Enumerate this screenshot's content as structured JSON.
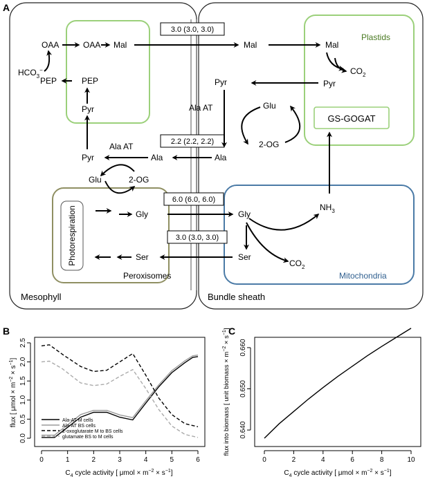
{
  "panel_a": {
    "panel_label": "A",
    "cells": {
      "mesophyll": "Mesophyll",
      "bundle_sheath": "Bundle sheath"
    },
    "compartments": {
      "plastids": "Plastids",
      "gs_gogat": "GS-GOGAT",
      "peroxisomes": "Peroxisomes",
      "photorespiration": "Photorespiration",
      "mitochondria": "Mitochondria"
    },
    "metabolites": {
      "oaa_cyt": "OAA",
      "oaa_pl": "OAA",
      "mal_pl": "Mal",
      "mal_bs": "Mal",
      "mal_bs_pl": "Mal",
      "hco3": "HCO",
      "hco3_sub": "3",
      "hco3_sup": "−",
      "pep_cyt": "PEP",
      "pep_pl": "PEP",
      "pyr_pl": "Pyr",
      "pyr_m": "Pyr",
      "co2_pl": "CO",
      "co2_pl_sub": "2",
      "pyr_bs_pl": "Pyr",
      "pyr_bs": "Pyr",
      "glu_bs": "Glu",
      "og_bs": "2-OG",
      "ala_bs": "Ala",
      "ala_m": "Ala",
      "glu_m": "Glu",
      "og_m": "2-OG",
      "nh3": "NH",
      "nh3_sub": "3",
      "gly_m": "Gly",
      "gly_bs": "Gly",
      "ser_m": "Ser",
      "ser_bs": "Ser",
      "co2_mito": "CO",
      "co2_mito_sub": "2"
    },
    "enzymes": {
      "ala_at_bs": "Ala AT",
      "ala_at_m": "Ala AT"
    },
    "flux_boxes": {
      "mal": "3.0 (3.0, 3.0)",
      "ala": "2.2 (2.2, 2.2)",
      "gly": "6.0 (6.0, 6.0)",
      "ser": "3.0 (3.0, 3.0)"
    }
  },
  "panel_b": {
    "panel_label": "B",
    "ylabel": "flux [ μmol × m",
    "ylabel_sup1": "−2",
    "ylabel_mid": " × s",
    "ylabel_sup2": "−1",
    "ylabel_end": "]",
    "xlabel": "C",
    "xlabel_sub": "4",
    "xlabel_rest": " cycle activity [ μmol × m",
    "xlabel_sup1": "−2",
    "xlabel_mid": " × s",
    "xlabel_sup2": "−1",
    "xlabel_end": "]",
    "x_ticks": [
      "0",
      "1",
      "2",
      "3",
      "4",
      "5",
      "6"
    ],
    "y_ticks": [
      "0.0",
      "0.5",
      "1.0",
      "1.5",
      "2.0",
      "2.5"
    ],
    "legend": [
      "Ala-AT M cells",
      "Ala-AT BS cells",
      "2-oxoglutarate M to BS cells",
      "glutamate BS to M cells"
    ]
  },
  "panel_c": {
    "panel_label": "C",
    "ylabel": "flux into biomass [ unit biomass × m",
    "ylabel_sup1": "−2",
    "ylabel_mid": " × s",
    "ylabel_sup2": "−1",
    "ylabel_end": "]",
    "xlabel": "C",
    "xlabel_sub": "4",
    "xlabel_rest": " cycle activity [ μmol × m",
    "xlabel_sup1": "−2",
    "xlabel_mid": " × s",
    "xlabel_sup2": "−1",
    "xlabel_end": "]",
    "x_ticks": [
      "0",
      "2",
      "4",
      "6",
      "8",
      "10"
    ],
    "y_ticks": [
      "0.640",
      "0.650",
      "0.660"
    ]
  },
  "chart_data": [
    {
      "type": "line",
      "xlim": [
        0,
        6
      ],
      "ylim": [
        0,
        2.5
      ],
      "legend_position": "bottom-left",
      "series": [
        {
          "name": "Ala-AT M cells",
          "color": "#000000",
          "style": "solid",
          "x": [
            0,
            0.5,
            1.5,
            2.0,
            2.5,
            3.0,
            3.5,
            4.0,
            4.5,
            5.0,
            5.5,
            5.8,
            6.0
          ],
          "y": [
            0.02,
            0.02,
            0.55,
            0.68,
            0.68,
            0.55,
            0.48,
            0.92,
            1.35,
            1.72,
            1.98,
            2.12,
            2.14
          ]
        },
        {
          "name": "Ala-AT BS cells",
          "color": "#9a9a9a",
          "style": "solid",
          "x": [
            0,
            0.5,
            1.5,
            2.0,
            2.5,
            3.0,
            3.5,
            4.0,
            4.5,
            5.0,
            5.5,
            5.8,
            6.0
          ],
          "y": [
            0.08,
            0.08,
            0.62,
            0.73,
            0.73,
            0.61,
            0.54,
            0.98,
            1.4,
            1.77,
            2.03,
            2.16,
            2.18
          ]
        },
        {
          "name": "2-oxoglutarate M to BS cells",
          "color": "#000000",
          "style": "dashed",
          "x": [
            0,
            0.3,
            0.8,
            1.5,
            2.0,
            2.5,
            3.0,
            3.5,
            4.0,
            4.5,
            5.0,
            5.5,
            6.0
          ],
          "y": [
            2.42,
            2.45,
            2.2,
            1.88,
            1.75,
            1.78,
            2.0,
            2.22,
            1.65,
            1.05,
            0.62,
            0.38,
            0.3
          ]
        },
        {
          "name": "glutamate BS to M cells",
          "color": "#aaaaaa",
          "style": "dashed",
          "x": [
            0,
            0.3,
            0.8,
            1.5,
            2.0,
            2.5,
            3.0,
            3.5,
            4.0,
            4.5,
            5.0,
            5.5,
            6.0
          ],
          "y": [
            2.0,
            2.02,
            1.82,
            1.45,
            1.38,
            1.42,
            1.62,
            1.8,
            1.3,
            0.75,
            0.32,
            0.1,
            0.02
          ]
        }
      ]
    },
    {
      "type": "line",
      "xlim": [
        0,
        10
      ],
      "ylim": [
        0.637,
        0.6615
      ],
      "series": [
        {
          "color": "#000000",
          "style": "solid",
          "x": [
            0,
            1,
            2,
            3,
            4,
            5,
            6,
            7,
            8,
            9,
            10
          ],
          "y": [
            0.638,
            0.6415,
            0.6445,
            0.6475,
            0.6503,
            0.653,
            0.6555,
            0.658,
            0.6603,
            0.6625,
            0.6647
          ]
        }
      ]
    }
  ]
}
